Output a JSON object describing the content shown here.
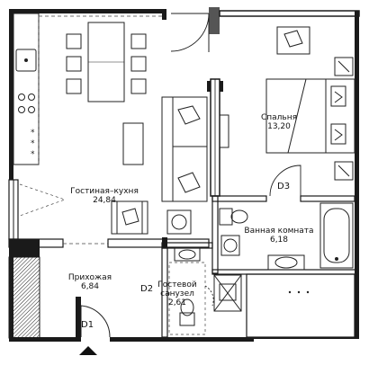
{
  "rooms": {
    "living": {
      "name": "Гостиная–кухня",
      "area": "24,84"
    },
    "bedroom": {
      "name": "Спальня",
      "area": "13,20"
    },
    "bathroom": {
      "name": "Ванная комната",
      "area": "6,18"
    },
    "hall": {
      "name": "Прихожая",
      "area": "6,84"
    },
    "guest_wc": {
      "name": "Гостевой санузел",
      "area": "2,61"
    }
  },
  "doors": {
    "d1": "D1",
    "d2": "D2",
    "d3": "D3"
  },
  "colors": {
    "wall": "#1a1a1a",
    "line": "#222222",
    "background": "#ffffff"
  }
}
